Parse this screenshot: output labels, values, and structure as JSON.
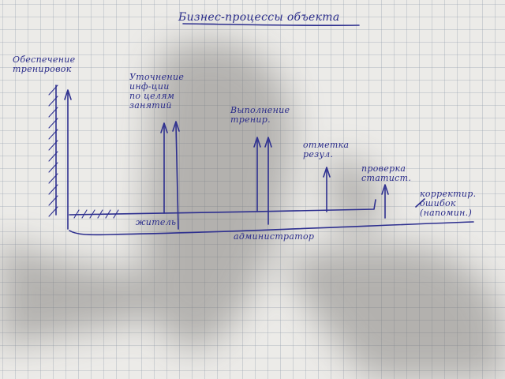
{
  "title": "Бизнес-процессы объекта",
  "labels": {
    "training_support": "Обеспечение\nтренировок",
    "clarify_info": "Уточнение\nинф-ции\nпо целям\nзанятий",
    "training_exec": "Выполнение\nтрениp.",
    "results_mark": "отметка\nрезул.",
    "check_stats": "проверка\nстатист.",
    "error_correction": "корректир.\nошибок\n(напомин.)",
    "resident": "житель",
    "administrator": "администратор"
  },
  "colors": {
    "ink": "#2d2f8f",
    "paper": "#ecebe8",
    "grid": "#96a0af"
  }
}
